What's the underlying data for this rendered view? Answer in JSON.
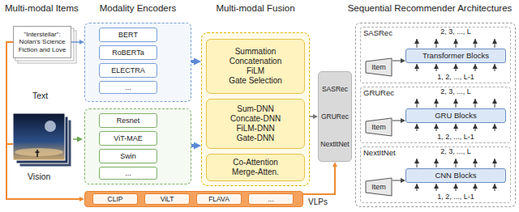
{
  "diagram": {
    "nodes": [
      {
        "text": [
          "\"Interstellar\": Nolan's Science Fiction and Love"
        ]
      },
      {
        "text": [
          "Modality Encoders"
        ]
      },
      {
        "text": [
          "BERT"
        ],
        "in": 1
      },
      {
        "text": [
          "RoBERTa"
        ],
        "in": 1
      },
      {
        "text": [
          "ELECTRA"
        ],
        "in": 1
      },
      {
        "text": [
          "..."
        ],
        "in": 1
      },
      {
        "text": []
      },
      {
        "text": [
          "Resnet"
        ],
        "in": 6
      },
      {
        "text": [
          "ViT-MAE"
        ],
        "in": 6
      },
      {
        "text": [
          "Swin"
        ],
        "in": 6
      },
      {
        "text": [
          "..."
        ],
        "in": 6
      },
      {
        "text": [
          "Multi-modal Fusion"
        ]
      },
      {
        "text": [
          "Summation",
          "Concatenation",
          "FiLM",
          "Gate Selection"
        ],
        "in": 11
      },
      {
        "text": [
          "Sum-DNN",
          "Concate-DNN",
          "FiLM-DNN",
          "Gate-DNN"
        ],
        "in": 11
      },
      {
        "text": [
          "Co-Attention",
          "Merge-Atten."
        ],
        "in": 11
      },
      {
        "text": [
          "VLPs"
        ]
      },
      {
        "text": [
          "CLIP"
        ],
        "in": 15
      },
      {
        "text": [
          "ViLT"
        ],
        "in": 15
      },
      {
        "text": [
          "FLAVA"
        ],
        "in": 15
      },
      {
        "text": [
          "..."
        ],
        "in": 15
      },
      {
        "text": [
          "SASRec",
          "GRURec",
          "NextItNet"
        ]
      },
      {
        "text": [
          "Sequential Recommender Architectures"
        ]
      },
      {
        "text": [
          "SASRec"
        ],
        "in": 21
      },
      {
        "text": [
          "Item"
        ],
        "in": 22
      },
      {
        "text": [
          "Transformer Blocks"
        ],
        "in": 22
      },
      {
        "text": [
          "GRURec"
        ],
        "in": 21
      },
      {
        "text": [
          "Item"
        ],
        "in": 25
      },
      {
        "text": [
          "GRU Blocks"
        ],
        "in": 25
      },
      {
        "text": [
          "NextItNet"
        ],
        "in": 21
      },
      {
        "text": [
          "Item"
        ],
        "in": 28
      },
      {
        "text": [
          "CNN Blocks"
        ],
        "in": 28
      }
    ],
    "edges": [
      {
        "from": 0,
        "to": 1,
        "arrow": "to"
      },
      {
        "from": 1,
        "to": 11,
        "arrow": "to"
      },
      {
        "from": 6,
        "to": 11,
        "arrow": "to"
      },
      {
        "from": 11,
        "to": 20,
        "arrow": "to"
      },
      {
        "from": 15,
        "to": 20,
        "arrow": "to"
      },
      {
        "from": 0,
        "to": 15,
        "arrow": "to"
      },
      {
        "from": 23,
        "to": 24,
        "arrow": "to"
      },
      {
        "from": 26,
        "to": 27,
        "arrow": "to"
      },
      {
        "from": 29,
        "to": 30,
        "arrow": "to"
      }
    ],
    "labels": [
      "Multi-modal Items",
      "Text",
      "Vision",
      "2, 3, ..., L",
      "1, 2, ..., L-1",
      "2, 3, ..., L",
      "1, 2, ..., L-1",
      "2, 3, ..., L",
      "1, 2, ..., L-1"
    ]
  }
}
